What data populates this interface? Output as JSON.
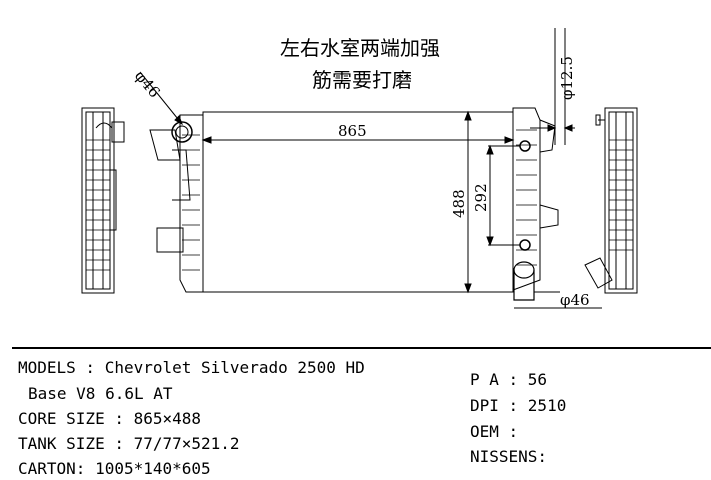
{
  "drawing": {
    "note_line1": "左右水室两端加强",
    "note_line2": "筋需要打磨",
    "dim_width": "865",
    "dim_height": "488",
    "dim_mount_spacing": "292",
    "dim_inlet_dia": "φ46",
    "dim_outlet_dia": "φ46",
    "dim_bracket_dia": "φ12.5"
  },
  "specs": {
    "models": "MODELS : Chevrolet Silverado 2500 HD",
    "models_cont": "Base V8 6.6L AT",
    "core_size": "CORE SIZE : 865×488",
    "tank_size": "TANK SIZE : 77/77×521.2",
    "carton": "CARTON: 1005*140*605",
    "pa": "P A : 56",
    "dpi": "DPI : 2510",
    "oem": "OEM :",
    "nissens": "NISSENS:"
  }
}
